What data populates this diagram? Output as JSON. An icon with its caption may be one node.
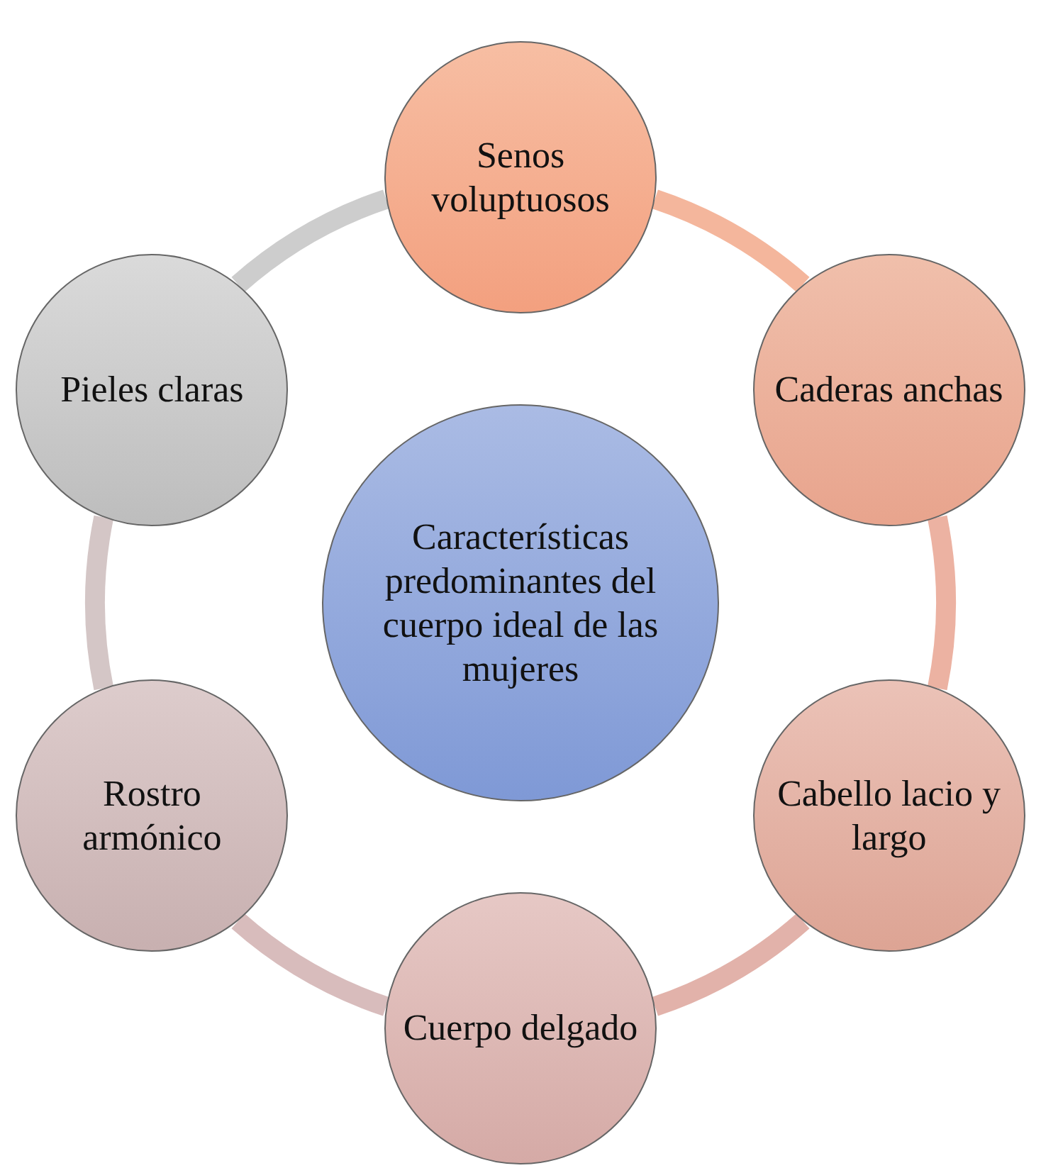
{
  "diagram": {
    "nodes": [
      {
        "text": [
          "Características predominantes del cuerpo ideal de las mujeres"
        ]
      },
      {
        "text": [
          "Senos voluptuosos"
        ]
      },
      {
        "text": [
          "Caderas anchas"
        ]
      },
      {
        "text": [
          "Cabello lacio y largo"
        ]
      },
      {
        "text": [
          "Cuerpo delgado"
        ]
      },
      {
        "text": [
          "Rostro armónico"
        ]
      },
      {
        "text": [
          "Pieles claras"
        ]
      }
    ],
    "edges": [
      {
        "from": 1,
        "to": 2,
        "arrow": "none",
        "color": "#f4b69c"
      },
      {
        "from": 2,
        "to": 3,
        "arrow": "none",
        "color": "#ecb2a2"
      },
      {
        "from": 3,
        "to": 4,
        "arrow": "none",
        "color": "#e2b2aa"
      },
      {
        "from": 4,
        "to": 5,
        "arrow": "none",
        "color": "#d8bcbc"
      },
      {
        "from": 5,
        "to": 6,
        "arrow": "none",
        "color": "#d4c6c6"
      },
      {
        "from": 6,
        "to": 1,
        "arrow": "none",
        "color": "#cdcdcd"
      }
    ]
  }
}
